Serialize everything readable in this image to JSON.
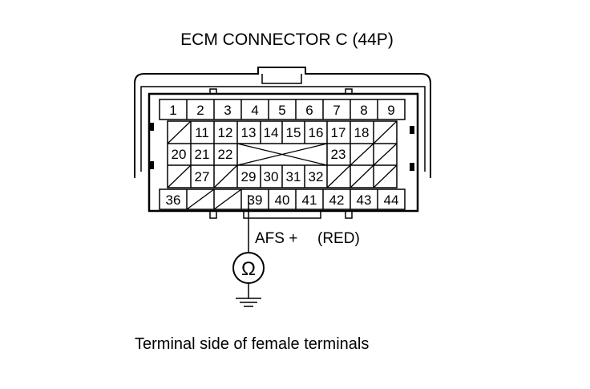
{
  "title": "ECM CONNECTOR C (44P)",
  "probe_label": "AFS +",
  "probe_wire_color": "(RED)",
  "caption": "Terminal side of female terminals",
  "meter_symbol": "Ω",
  "meter_icon": "ohmmeter-icon",
  "ground_icon": "ground-icon",
  "pins": {
    "row1": [
      "1",
      "2",
      "3",
      "4",
      "5",
      "6",
      "7",
      "8",
      "9"
    ],
    "row2": [
      "11",
      "12",
      "13",
      "14",
      "15",
      "16",
      "17",
      "18"
    ],
    "row3": [
      "20",
      "21",
      "22",
      "23"
    ],
    "row4": [
      "27",
      "29",
      "30",
      "31",
      "32"
    ],
    "row5": [
      "36",
      "39",
      "40",
      "41",
      "42",
      "43",
      "44"
    ]
  }
}
